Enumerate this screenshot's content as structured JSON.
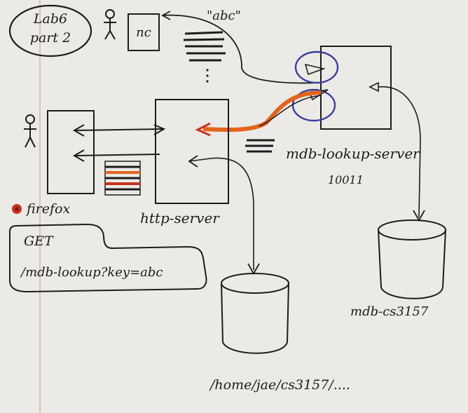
{
  "title": {
    "line1": "Lab6",
    "line2": "part 2"
  },
  "labels": {
    "nc": "nc",
    "abc_quote": "\"abc\"",
    "mdb_lookup_server": "mdb-lookup-server",
    "port": "10011",
    "firefox": "firefox",
    "http_server": "http-server",
    "get_line1": "GET",
    "get_line2": "/mdb-lookup?key=abc",
    "mdb_cs3157": "mdb-cs3157",
    "home_path": "/home/jae/cs3157/...."
  },
  "colors": {
    "ink": "#1c1c1c",
    "highlight_orange": "#e3641e",
    "highlight_red": "#c8321e",
    "loop_blue": "#3a3f9c",
    "paper": "#ebeae6",
    "margin_line": "#d9b3b3"
  },
  "icons": [
    "stick-figure-icon",
    "firefox-icon",
    "database-cylinder-icon"
  ]
}
